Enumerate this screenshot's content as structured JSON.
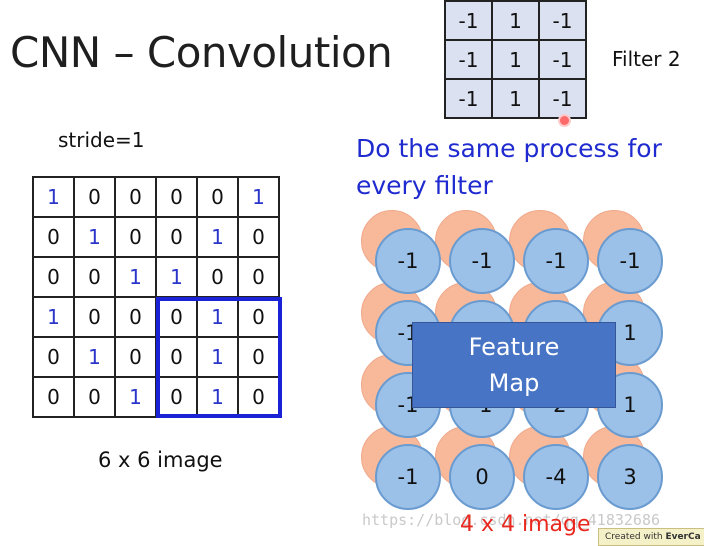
{
  "slide": {
    "title": "CNN – Convolution",
    "filter_label": "Filter 2",
    "stride_label": "stride=1",
    "image_caption": "6 x 6 image",
    "process_text_line1": "Do the same process for",
    "process_text_line2": "every filter",
    "feature_map_line1": "Feature",
    "feature_map_line2": "Map",
    "map_caption": "4 x 4 image",
    "watermark": "https://blog.csdn.net/qq_41832686",
    "badge_prefix": "Created with ",
    "badge_brand": "EverCa"
  },
  "filter": [
    [
      "-1",
      "1",
      "-1"
    ],
    [
      "-1",
      "1",
      "-1"
    ],
    [
      "-1",
      "1",
      "-1"
    ]
  ],
  "image": [
    [
      "1",
      "0",
      "0",
      "0",
      "0",
      "1"
    ],
    [
      "0",
      "1",
      "0",
      "0",
      "1",
      "0"
    ],
    [
      "0",
      "0",
      "1",
      "1",
      "0",
      "0"
    ],
    [
      "1",
      "0",
      "0",
      "0",
      "1",
      "0"
    ],
    [
      "0",
      "1",
      "0",
      "0",
      "1",
      "0"
    ],
    [
      "0",
      "0",
      "1",
      "0",
      "1",
      "0"
    ]
  ],
  "feature_map_values": [
    [
      "-1",
      "-1",
      "-1",
      "-1"
    ],
    [
      "-1",
      "",
      "",
      "1"
    ],
    [
      "-1",
      "-1",
      "-2",
      "1"
    ],
    [
      "-1",
      "0",
      "-4",
      "3"
    ]
  ],
  "colors": {
    "blue_digit": "#2a35c9",
    "highlight": "#1a22d6",
    "orange_circle": "#f7b99a",
    "blue_circle": "#9cc1e8",
    "feature_map_box": "#4774c4",
    "caption_red": "#e8281e"
  }
}
